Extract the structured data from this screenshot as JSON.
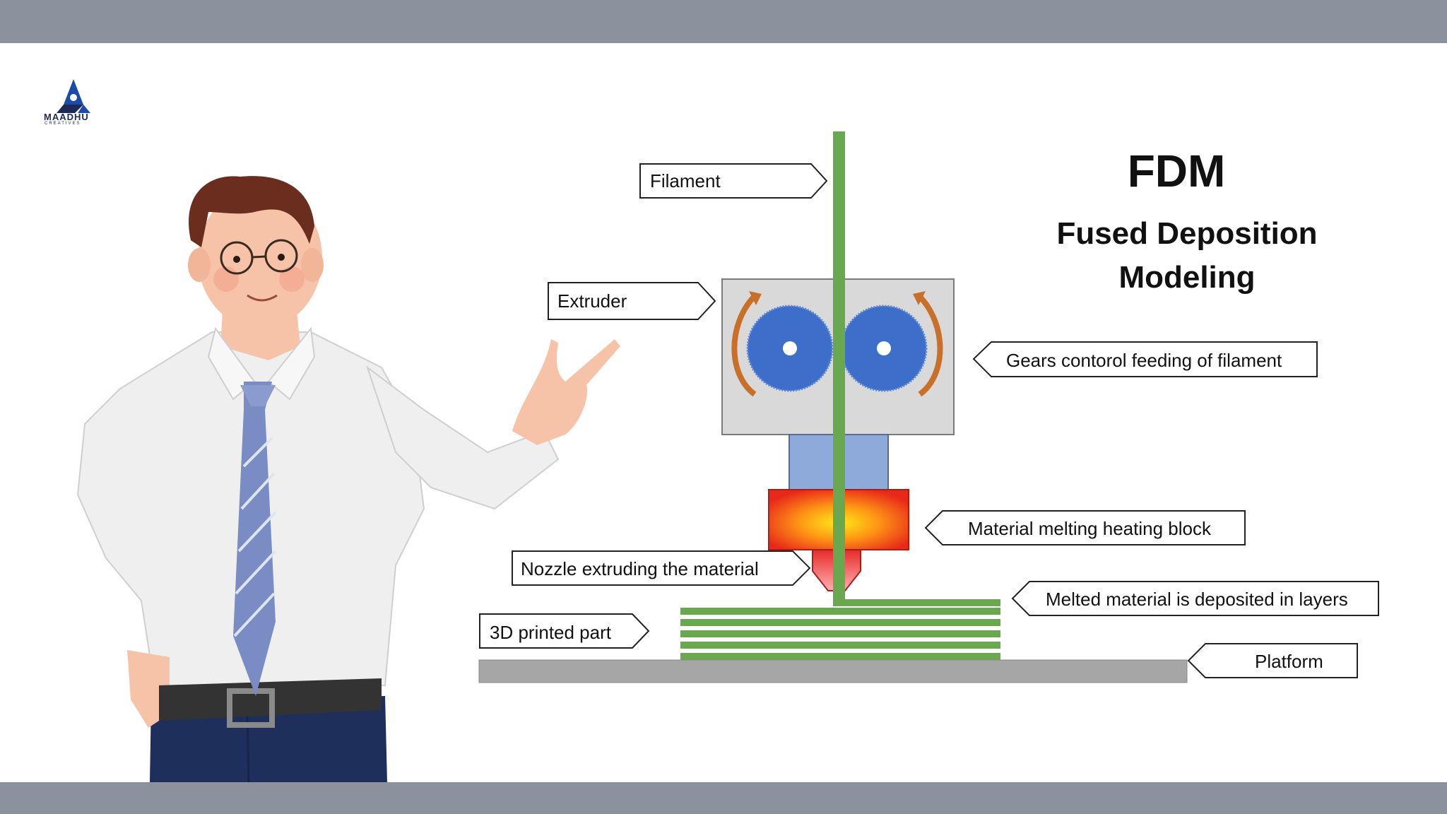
{
  "header": {
    "title": "FDM",
    "subtitle": "Fused Deposition Modeling"
  },
  "logo": {
    "name": "MAADHU",
    "tagline": "CREATIVES"
  },
  "labels": {
    "filament": "Filament",
    "extruder": "Extruder",
    "gears": "Gears contorol feeding of filament",
    "heating_block": "Material melting heating block",
    "nozzle": "Nozzle extruding the material",
    "layers": "Melted material is deposited in layers",
    "printed_part": "3D printed part",
    "platform": "Platform"
  },
  "colors": {
    "filament": "#6aa84f",
    "gear": "#3d6ec9",
    "arrow": "#c8702a",
    "extruder_box": "#d9d9d9",
    "heater_outer": "#e52a1a",
    "heater_inner": "#ffe01a",
    "platform": "#a6a6a6",
    "frame_bars": "#8b929e"
  },
  "icons": {
    "logo": "maadhu-logo-icon",
    "presenter": "presenter-illustration"
  }
}
